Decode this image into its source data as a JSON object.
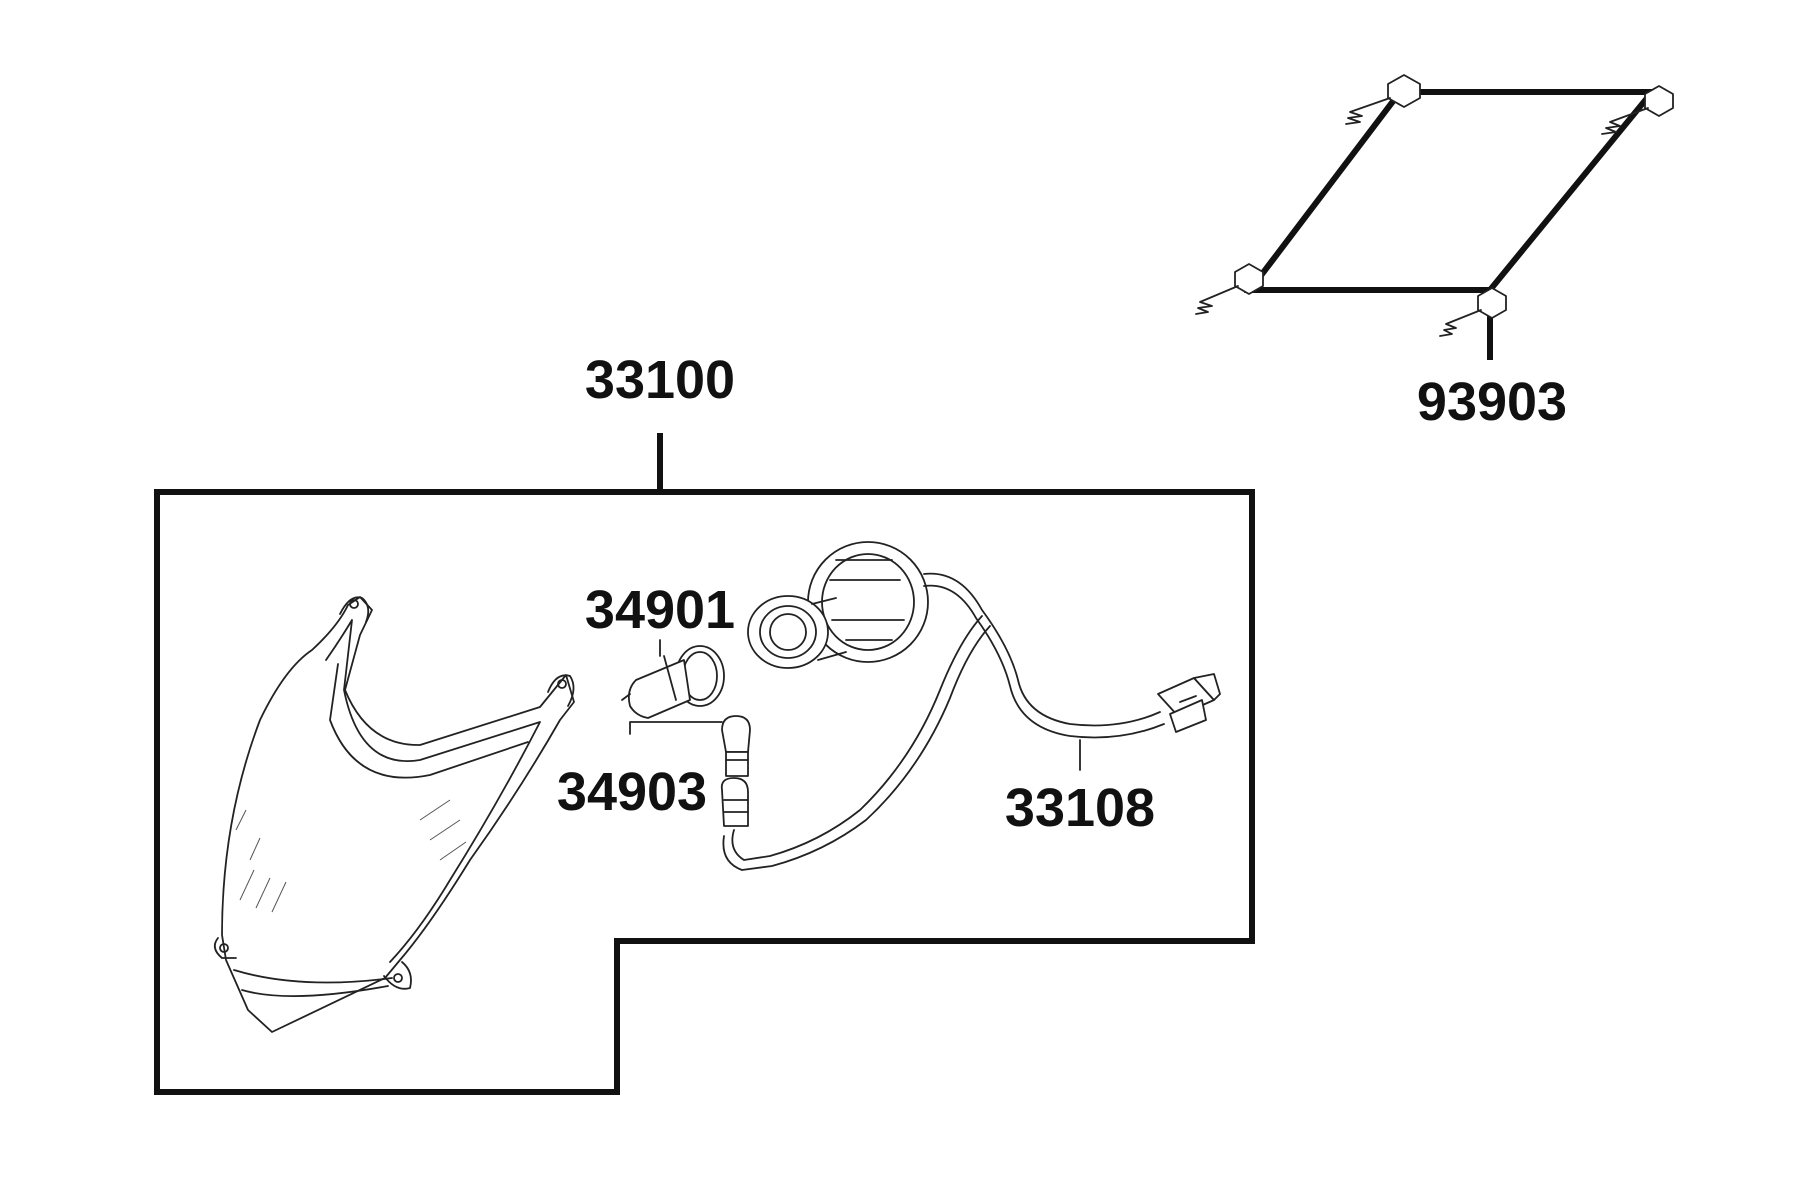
{
  "parts": [
    {
      "id": "headlight-assembly",
      "number": "33100"
    },
    {
      "id": "headlight-bulb",
      "number": "34901"
    },
    {
      "id": "position-bulb",
      "number": "34903"
    },
    {
      "id": "socket-harness",
      "number": "33108"
    },
    {
      "id": "mounting-screws",
      "number": "93903"
    }
  ],
  "colors": {
    "line": "#111111",
    "background": "#ffffff"
  }
}
